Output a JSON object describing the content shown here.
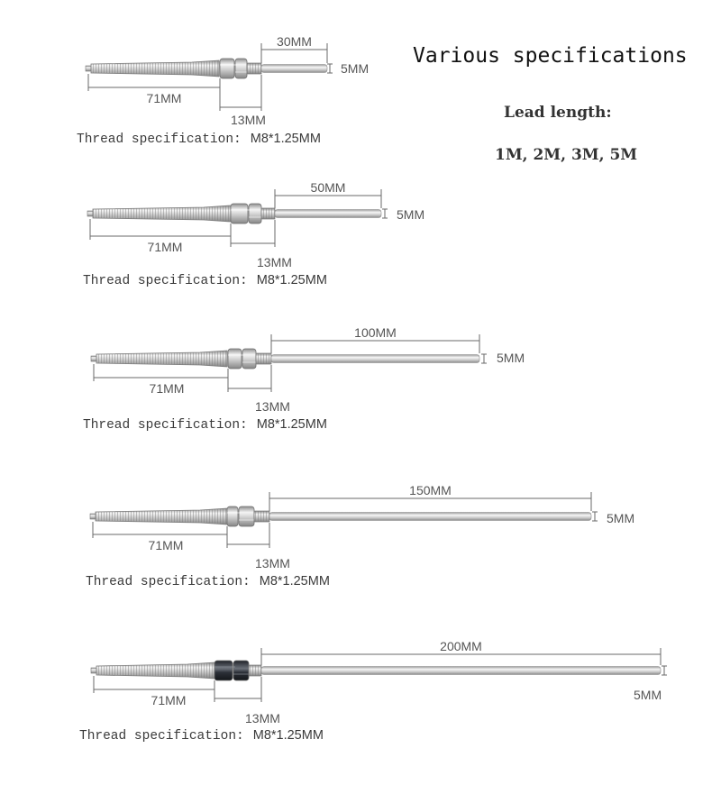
{
  "title": "Various specifications",
  "lead_heading": "Lead length:",
  "lead_options": "1M, 2M, 3M, 5M",
  "colors": {
    "steel_light": "#f2f2f2",
    "steel_mid": "#c8c8c8",
    "steel_dark": "#8c8c8c",
    "nut_dark": "#2b2f36",
    "dimension_line": "#6a6a6a"
  },
  "probes": [
    {
      "probe_length": "30MM",
      "body_length": "71MM",
      "thread_length": "13MM",
      "diameter": "5MM",
      "thread_label": "Thread specification:",
      "thread_value": "M8*1.25MM",
      "probe_mm": 30,
      "dark_nuts": false
    },
    {
      "probe_length": "50MM",
      "body_length": "71MM",
      "thread_length": "13MM",
      "diameter": "5MM",
      "thread_label": "Thread specification:",
      "thread_value": "M8*1.25MM",
      "probe_mm": 50,
      "dark_nuts": false
    },
    {
      "probe_length": "100MM",
      "body_length": "71MM",
      "thread_length": "13MM",
      "diameter": "5MM",
      "thread_label": "Thread specification:",
      "thread_value": "M8*1.25MM",
      "probe_mm": 100,
      "dark_nuts": false
    },
    {
      "probe_length": "150MM",
      "body_length": "71MM",
      "thread_length": "13MM",
      "diameter": "5MM",
      "thread_label": "Thread specification:",
      "thread_value": "M8*1.25MM",
      "probe_mm": 150,
      "dark_nuts": false
    },
    {
      "probe_length": "200MM",
      "body_length": "71MM",
      "thread_length": "13MM",
      "diameter": "5MM",
      "thread_label": "Thread specification:",
      "thread_value": "M8*1.25MM",
      "probe_mm": 200,
      "dark_nuts": true
    }
  ]
}
